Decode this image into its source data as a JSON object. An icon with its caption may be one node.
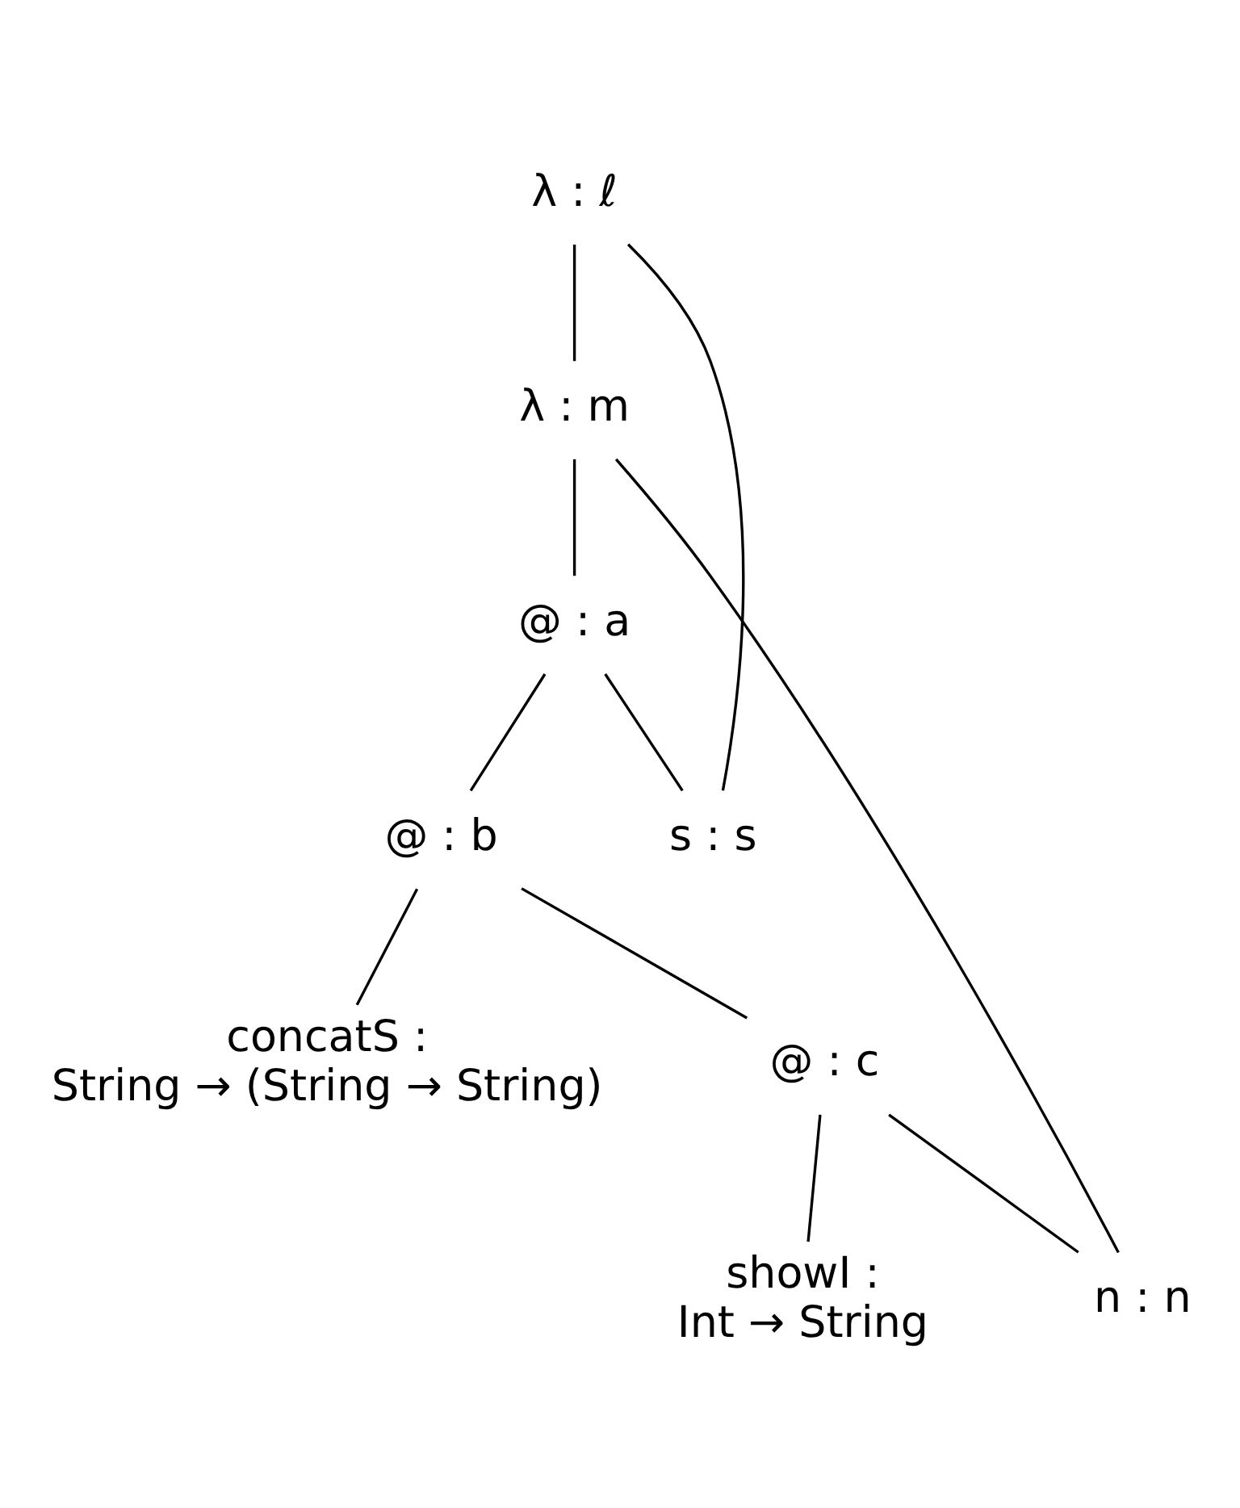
{
  "diagram": {
    "nodes": [
      {
        "text": [
          "λ : ℓ"
        ]
      },
      {
        "text": [
          "λ : m"
        ]
      },
      {
        "text": [
          "@ : a"
        ]
      },
      {
        "text": [
          "@ : b"
        ]
      },
      {
        "text": [
          "s : s"
        ]
      },
      {
        "text": [
          "concatS :",
          "String → (String → String)"
        ]
      },
      {
        "text": [
          "@ : c"
        ]
      },
      {
        "text": [
          "showI :",
          "Int → String"
        ]
      },
      {
        "text": [
          "n : n"
        ]
      }
    ],
    "edges": [
      {
        "from": 0,
        "to": 1,
        "arrow": "none"
      },
      {
        "from": 1,
        "to": 2,
        "arrow": "none"
      },
      {
        "from": 2,
        "to": 3,
        "arrow": "none"
      },
      {
        "from": 2,
        "to": 4,
        "arrow": "none"
      },
      {
        "from": 3,
        "to": 5,
        "arrow": "none"
      },
      {
        "from": 3,
        "to": 6,
        "arrow": "none"
      },
      {
        "from": 6,
        "to": 7,
        "arrow": "none"
      },
      {
        "from": 6,
        "to": 8,
        "arrow": "none"
      },
      {
        "from": 0,
        "to": 4,
        "arrow": "none"
      },
      {
        "from": 1,
        "to": 8,
        "arrow": "none"
      }
    ]
  }
}
